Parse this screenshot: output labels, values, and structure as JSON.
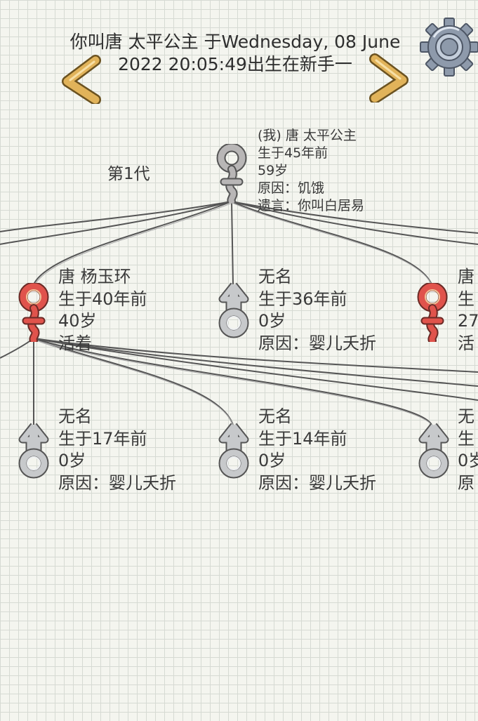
{
  "header": {
    "title_line1": "你叫唐 太平公主 于Wednesday, 08 June",
    "title_line2": "2022 20:05:49出生在新手一"
  },
  "generation_label": "第1代",
  "self": {
    "name": "(我) 唐 太平公主",
    "born": "生于45年前",
    "age": "59岁",
    "cause": "原因：饥饿",
    "testament": "遗言：你叫白居易"
  },
  "gen2": [
    {
      "name": "唐 杨玉环",
      "born": "生于40年前",
      "age": "40岁",
      "status": "活着"
    },
    {
      "name": "无名",
      "born": "生于36年前",
      "age": "0岁",
      "status": "原因：婴儿夭折"
    },
    {
      "name": "唐",
      "born": "生",
      "age": "27",
      "status": "活"
    }
  ],
  "gen3": [
    {
      "name": "无名",
      "born": "生于17年前",
      "age": "0岁",
      "status": "原因：婴儿夭折"
    },
    {
      "name": "无名",
      "born": "生于14年前",
      "age": "0岁",
      "status": "原因：婴儿夭折"
    },
    {
      "name": "无",
      "born": "生",
      "age": "0岁",
      "status": "原"
    }
  ],
  "icons": {
    "prev": "chevron-left-icon",
    "next": "chevron-right-icon",
    "settings": "gear-icon",
    "female": "female-symbol-icon",
    "male": "male-symbol-icon"
  },
  "colors": {
    "self_female": "#b8b6b6",
    "living_female": "#e0534c",
    "male": "#c7c9cb",
    "arrow": "#e1b35a"
  }
}
